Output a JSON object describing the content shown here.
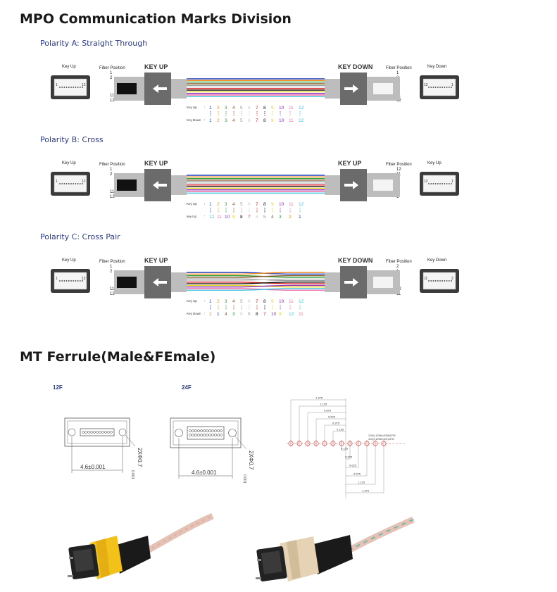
{
  "heading_mpo": "MPO Communication Marks Division",
  "heading_mt": "MT Ferrule(Male&FEmale)",
  "polarities": [
    {
      "title": "Polarity A: Straight Through",
      "left_port_label": "Key Up",
      "left_fiber_label": "Fiber Position",
      "left_key_label": "KEY UP",
      "right_key_label": "KEY DOWN",
      "right_fiber_label": "Fiber Position",
      "right_port_label": "Key Down",
      "left_fiber_numbers": [
        "1",
        "2",
        "11",
        "12"
      ],
      "right_fiber_numbers": [
        "1",
        "2",
        "11",
        "12"
      ],
      "left_port_nums": [
        "1",
        "12"
      ],
      "right_port_nums": [
        "12",
        "1"
      ],
      "row1_label": "Key Up",
      "row2_label": "Key Down",
      "row1": [
        "1",
        "2",
        "3",
        "4",
        "5",
        "6",
        "7",
        "8",
        "9",
        "10",
        "11",
        "12"
      ],
      "row2": [
        "1",
        "2",
        "3",
        "4",
        "5",
        "6",
        "7",
        "8",
        "9",
        "10",
        "11",
        "12"
      ]
    },
    {
      "title": "Polarity B: Cross",
      "left_port_label": "Key Up",
      "left_fiber_label": "Fiber Position",
      "left_key_label": "KEY UP",
      "right_key_label": "KEY UP",
      "right_fiber_label": "Fiber Position",
      "right_port_label": "Key Up",
      "left_fiber_numbers": [
        "1",
        "2",
        "11",
        "12"
      ],
      "right_fiber_numbers": [
        "12",
        "11",
        "2",
        "1"
      ],
      "left_port_nums": [
        "1",
        "12"
      ],
      "right_port_nums": [
        "12",
        "1"
      ],
      "row1_label": "Key Up",
      "row2_label": "key Up",
      "row1": [
        "1",
        "2",
        "3",
        "4",
        "5",
        "6",
        "7",
        "8",
        "9",
        "10",
        "11",
        "12"
      ],
      "row2": [
        "12",
        "11",
        "10",
        "9",
        "8",
        "7",
        "6",
        "5",
        "4",
        "3",
        "2",
        "1"
      ]
    },
    {
      "title": "Polarity C: Cross Pair",
      "left_port_label": "Key Up",
      "left_fiber_label": "Fiber Position",
      "left_key_label": "KEY UP",
      "right_key_label": "KEY DOWN",
      "right_fiber_label": "Fiber Position",
      "right_port_label": "Key Down",
      "left_fiber_numbers": [
        "1",
        "2",
        "11",
        "12"
      ],
      "right_fiber_numbers": [
        "2",
        "1",
        "12",
        "11"
      ],
      "left_port_nums": [
        "1",
        "12"
      ],
      "right_port_nums": [
        "11",
        "2"
      ],
      "row1_label": "Key Up",
      "row2_label": "Key Down",
      "row1": [
        "1",
        "2",
        "3",
        "4",
        "5",
        "6",
        "7",
        "8",
        "9",
        "10",
        "11",
        "12"
      ],
      "row2": [
        "2",
        "1",
        "4",
        "3",
        "6",
        "5",
        "8",
        "7",
        "10",
        "9",
        "12",
        "11"
      ]
    }
  ],
  "fiber_colors": [
    "#1e3fbf",
    "#f08a1c",
    "#2e9b3a",
    "#8a5a2b",
    "#9a9a9a",
    "#cfcfcf",
    "#e02020",
    "#111111",
    "#e8d21a",
    "#8b2fb8",
    "#ef6fa8",
    "#40c4e0"
  ],
  "ferrule": {
    "label_12f": "12F",
    "label_24f": "24F",
    "dim_12f": "4.6±0.001",
    "dim_24f": "4.6±0.001",
    "hole_12f": "2XΦ0.7",
    "hole_24f": "2XΦ0.7",
    "tol": "0.001"
  },
  "pitch_dims": [
    "1.375",
    "1.125",
    "0.875",
    "0.625",
    "0.375",
    "0.125",
    "0.125",
    "0.375",
    "0.625",
    "0.875",
    "1.125",
    "1.375"
  ],
  "pitch_notes": [
    "12X(0.125±0.0005)CFM",
    "12X(0.125±0.001)CFM"
  ],
  "colors": {
    "heading": "#1a1a1a",
    "polarity_title": "#2b3a8c",
    "connector_dark": "#6b6b6b",
    "connector_light": "#bdbdbd",
    "male_boot": "#f2c21b",
    "female_boot": "#e6d3b5"
  }
}
